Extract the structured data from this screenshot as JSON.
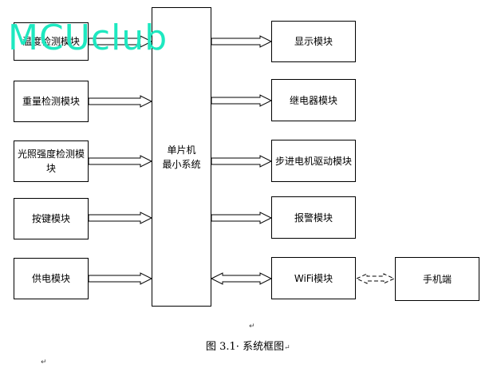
{
  "left_modules": [
    "温度检测模块",
    "重量检测模块",
    "光照强度检测模块",
    "按键模块",
    "供电模块"
  ],
  "mcu": {
    "line1": "单片机",
    "line2": "最小系统"
  },
  "right_modules": [
    "显示模块",
    "继电器模块",
    "步进电机驱动模块",
    "报警模块",
    "WiFi模块"
  ],
  "phone": "手机端",
  "caption": "图 3.1· 系统框图",
  "watermark": "MCUclub",
  "marks": [
    "↵",
    "↵",
    "↵"
  ],
  "colors": {
    "watermark": "#1ee8c0",
    "line": "#000000"
  }
}
